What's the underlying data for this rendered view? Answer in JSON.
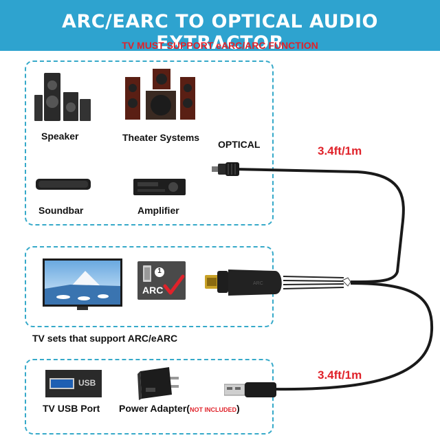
{
  "header": {
    "title": "ARC/EARC TO OPTICAL AUDIO EXTRACTOR",
    "subtitle": "TV MUST SUPPORT eARC/ARC FUNCTION"
  },
  "devices": {
    "speaker": "Speaker",
    "theater": "Theater Systems",
    "soundbar": "Soundbar",
    "amplifier": "Amplifier",
    "tv_support": "TV sets that support ARC/eARC",
    "usb_port": "TV USB Port",
    "power_adapter": "Power Adapter(",
    "not_included": "NOT INCLUDED",
    "close_paren": ")"
  },
  "connectors": {
    "optical": "OPTICAL",
    "arc_number": "1",
    "arc_label": "ARC",
    "usb_label": "USB"
  },
  "cables": {
    "top_length": "3.4ft/1m",
    "bottom_length": "3.4ft/1m"
  },
  "colors": {
    "banner": "#2ea3cf",
    "accent_red": "#e0222a",
    "panel_border": "#35a9c9"
  }
}
